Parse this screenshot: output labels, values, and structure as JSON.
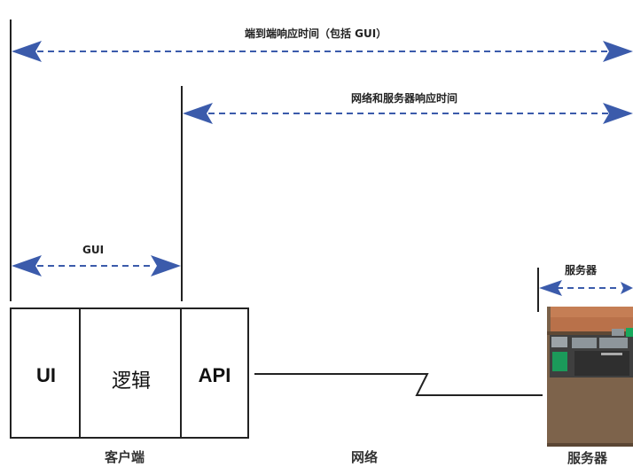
{
  "labels": {
    "end_to_end": "端到端响应时间（包括 GUI）",
    "network_server": "网络和服务器响应时间",
    "gui": "GUI",
    "server_top": "服务器"
  },
  "client": {
    "cells": [
      "UI",
      "逻辑",
      "API"
    ],
    "caption": "客户端"
  },
  "network_caption": "网络",
  "server_caption": "服务器",
  "colors": {
    "arrow": "#3b5bab",
    "line": "#222222",
    "server_body": "#7a6048",
    "server_top": "#b9714a",
    "server_panel": "#3f3f3f",
    "server_green": "#1b9a5a"
  }
}
